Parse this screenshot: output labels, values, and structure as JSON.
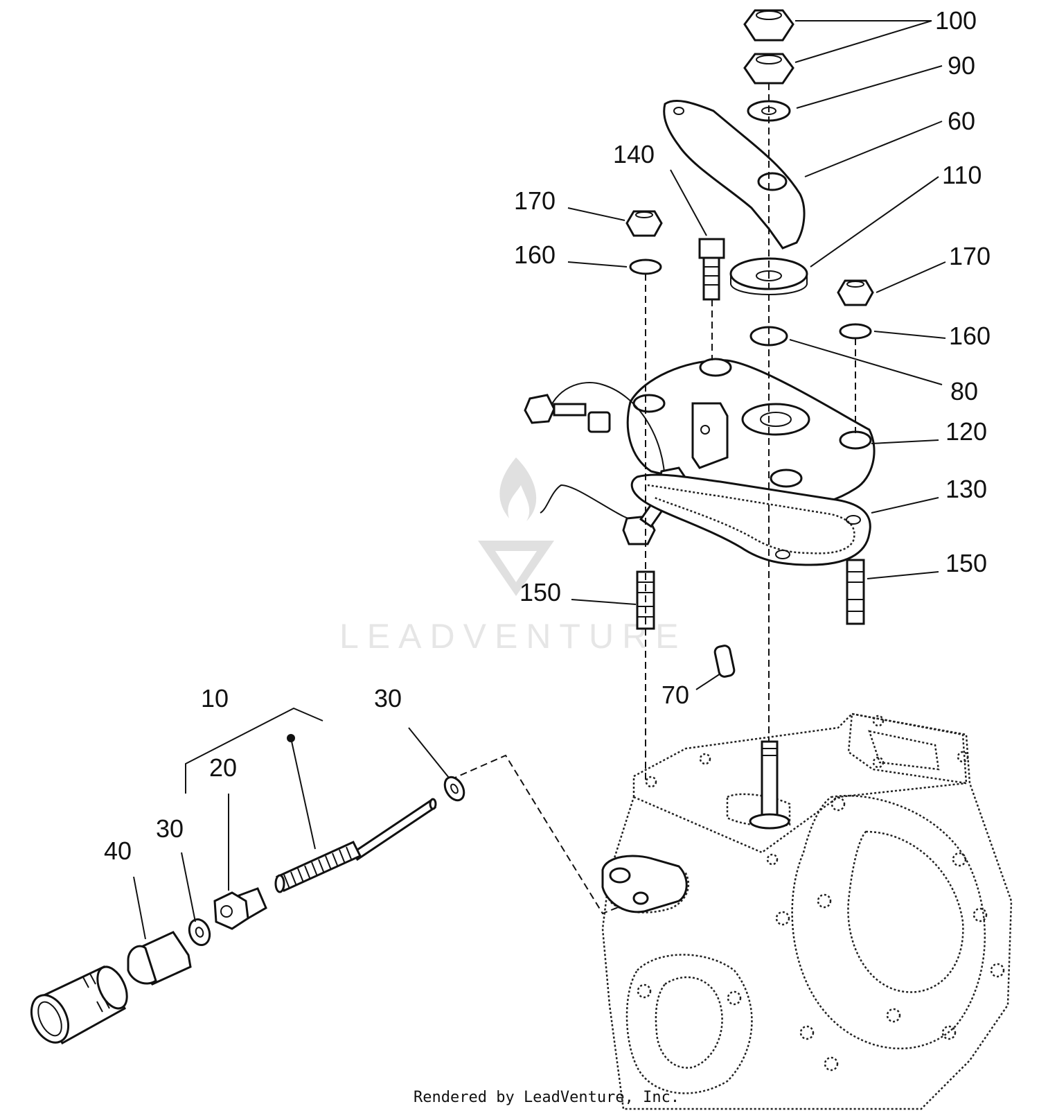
{
  "watermark": {
    "text": "LEADVENTURE"
  },
  "footer": {
    "text": "Rendered by LeadVenture, Inc."
  },
  "callouts": {
    "c100": "100",
    "c90": "90",
    "c60": "60",
    "c140": "140",
    "c110": "110",
    "c170a": "170",
    "c160a": "160",
    "c170b": "170",
    "c160b": "160",
    "c80": "80",
    "c120": "120",
    "c130": "130",
    "c150a": "150",
    "c150b": "150",
    "c70": "70",
    "c10": "10",
    "c30a": "30",
    "c20": "20",
    "c30b": "30",
    "c40": "40"
  }
}
